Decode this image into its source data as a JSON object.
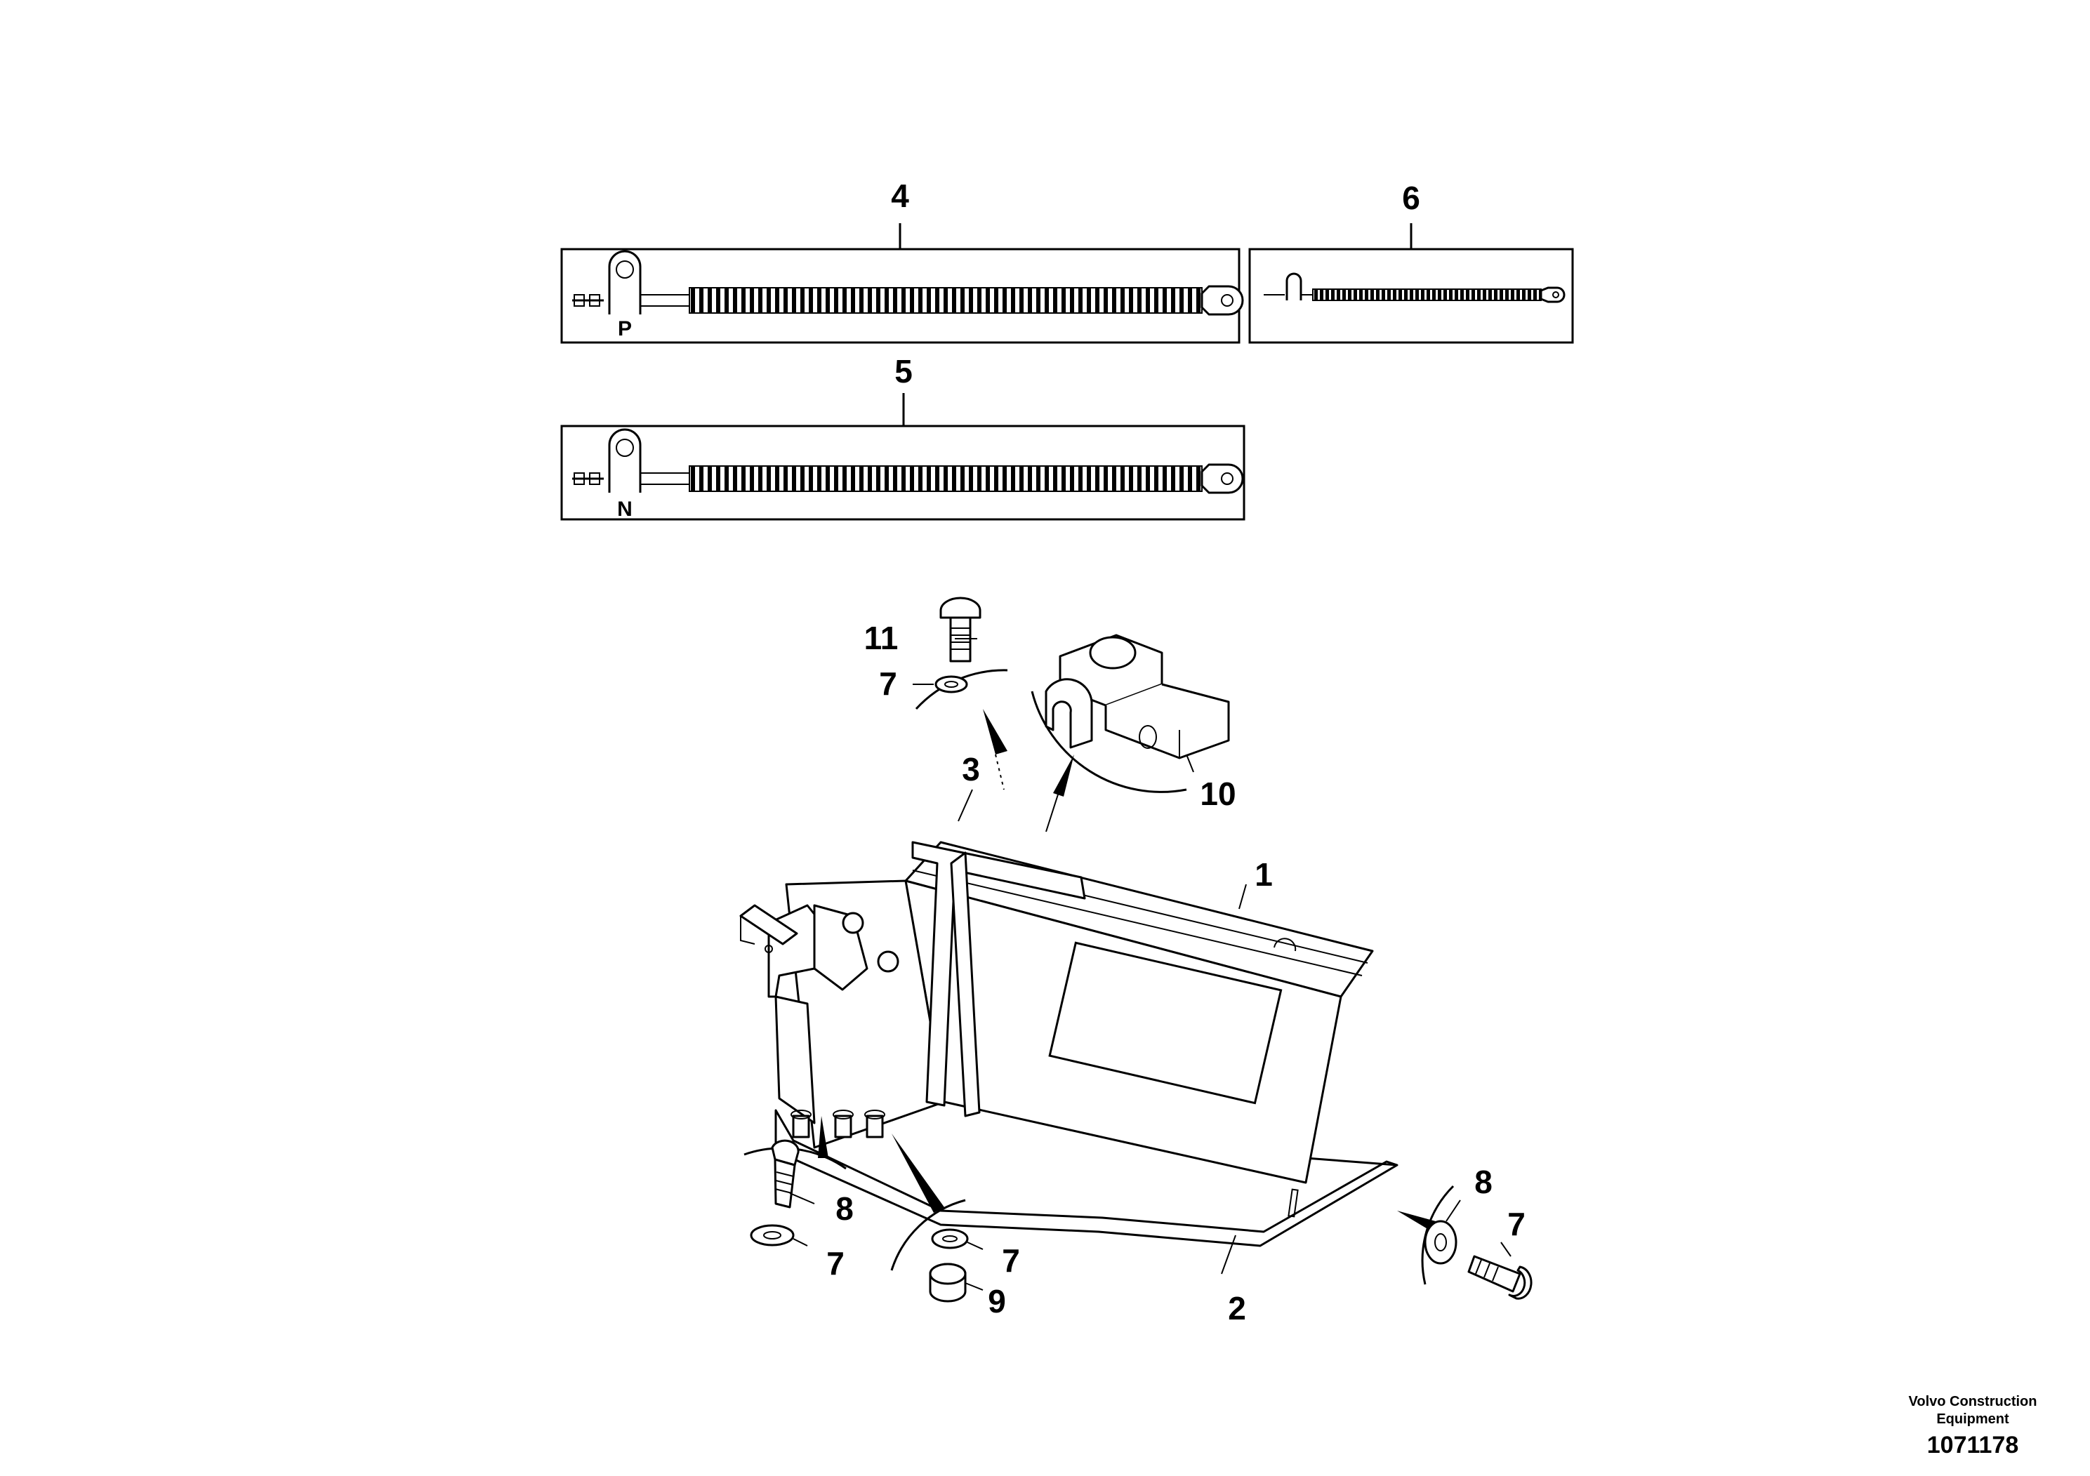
{
  "callouts": {
    "c1": "1",
    "c2": "2",
    "c3": "3",
    "c4": "4",
    "c5": "5",
    "c6": "6",
    "c7a": "7",
    "c7b": "7",
    "c7c": "7",
    "c7d": "7",
    "c8a": "8",
    "c8b": "8",
    "c9": "9",
    "c10": "10",
    "c11": "11"
  },
  "cable_markers": {
    "positive": "P",
    "negative": "N"
  },
  "caption": {
    "company_line1": "Volvo Construction",
    "company_line2": "Equipment",
    "figure_number": "1071178"
  }
}
